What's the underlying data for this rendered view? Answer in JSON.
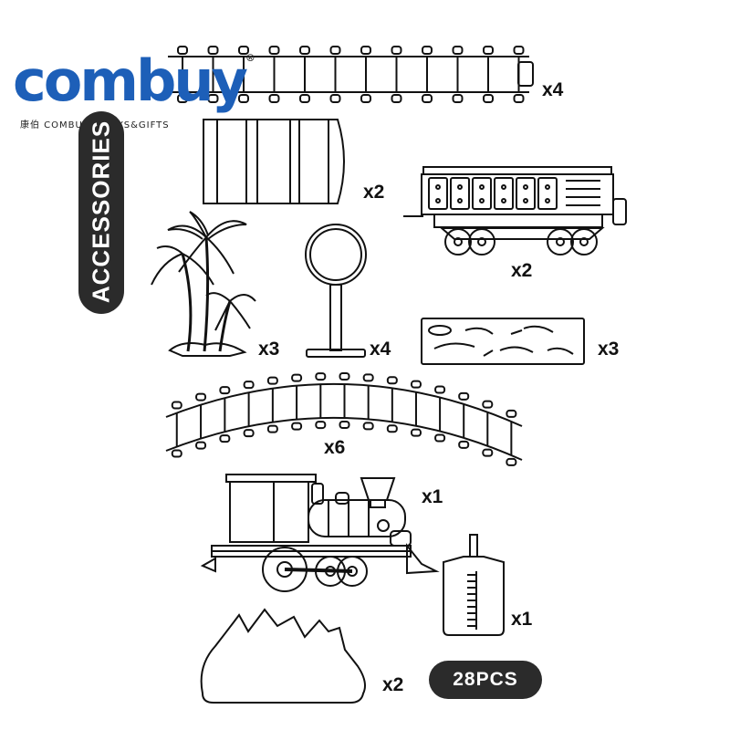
{
  "brand": {
    "logo_text": "combuy",
    "subtitle": "康伯 COMBUY • TOYS&GIFTS",
    "registered": "®",
    "accent": "#1d5fb8"
  },
  "heading": {
    "label": "ACCESSORIES"
  },
  "items": [
    {
      "name": "straight-track",
      "quantity": "x4",
      "icon": "straight-track-icon"
    },
    {
      "name": "tunnel",
      "quantity": "x2",
      "icon": "tunnel-icon"
    },
    {
      "name": "cargo-wagon",
      "quantity": "x2",
      "icon": "cargo-wagon-icon"
    },
    {
      "name": "palm-trees",
      "quantity": "x3",
      "icon": "palm-tree-icon"
    },
    {
      "name": "road-sign",
      "quantity": "x4",
      "icon": "road-sign-icon"
    },
    {
      "name": "wooden-plank",
      "quantity": "x3",
      "icon": "plank-icon"
    },
    {
      "name": "curved-track",
      "quantity": "x6",
      "icon": "curved-track-icon"
    },
    {
      "name": "locomotive",
      "quantity": "x1",
      "icon": "locomotive-icon"
    },
    {
      "name": "smoke-oil-bottle",
      "quantity": "x1",
      "icon": "bottle-icon"
    },
    {
      "name": "mountain",
      "quantity": "x2",
      "icon": "mountain-icon"
    }
  ],
  "total": {
    "label": "28PCS"
  },
  "colors": {
    "ink": "#111111",
    "pill": "#2b2b2b",
    "background": "#ffffff"
  }
}
